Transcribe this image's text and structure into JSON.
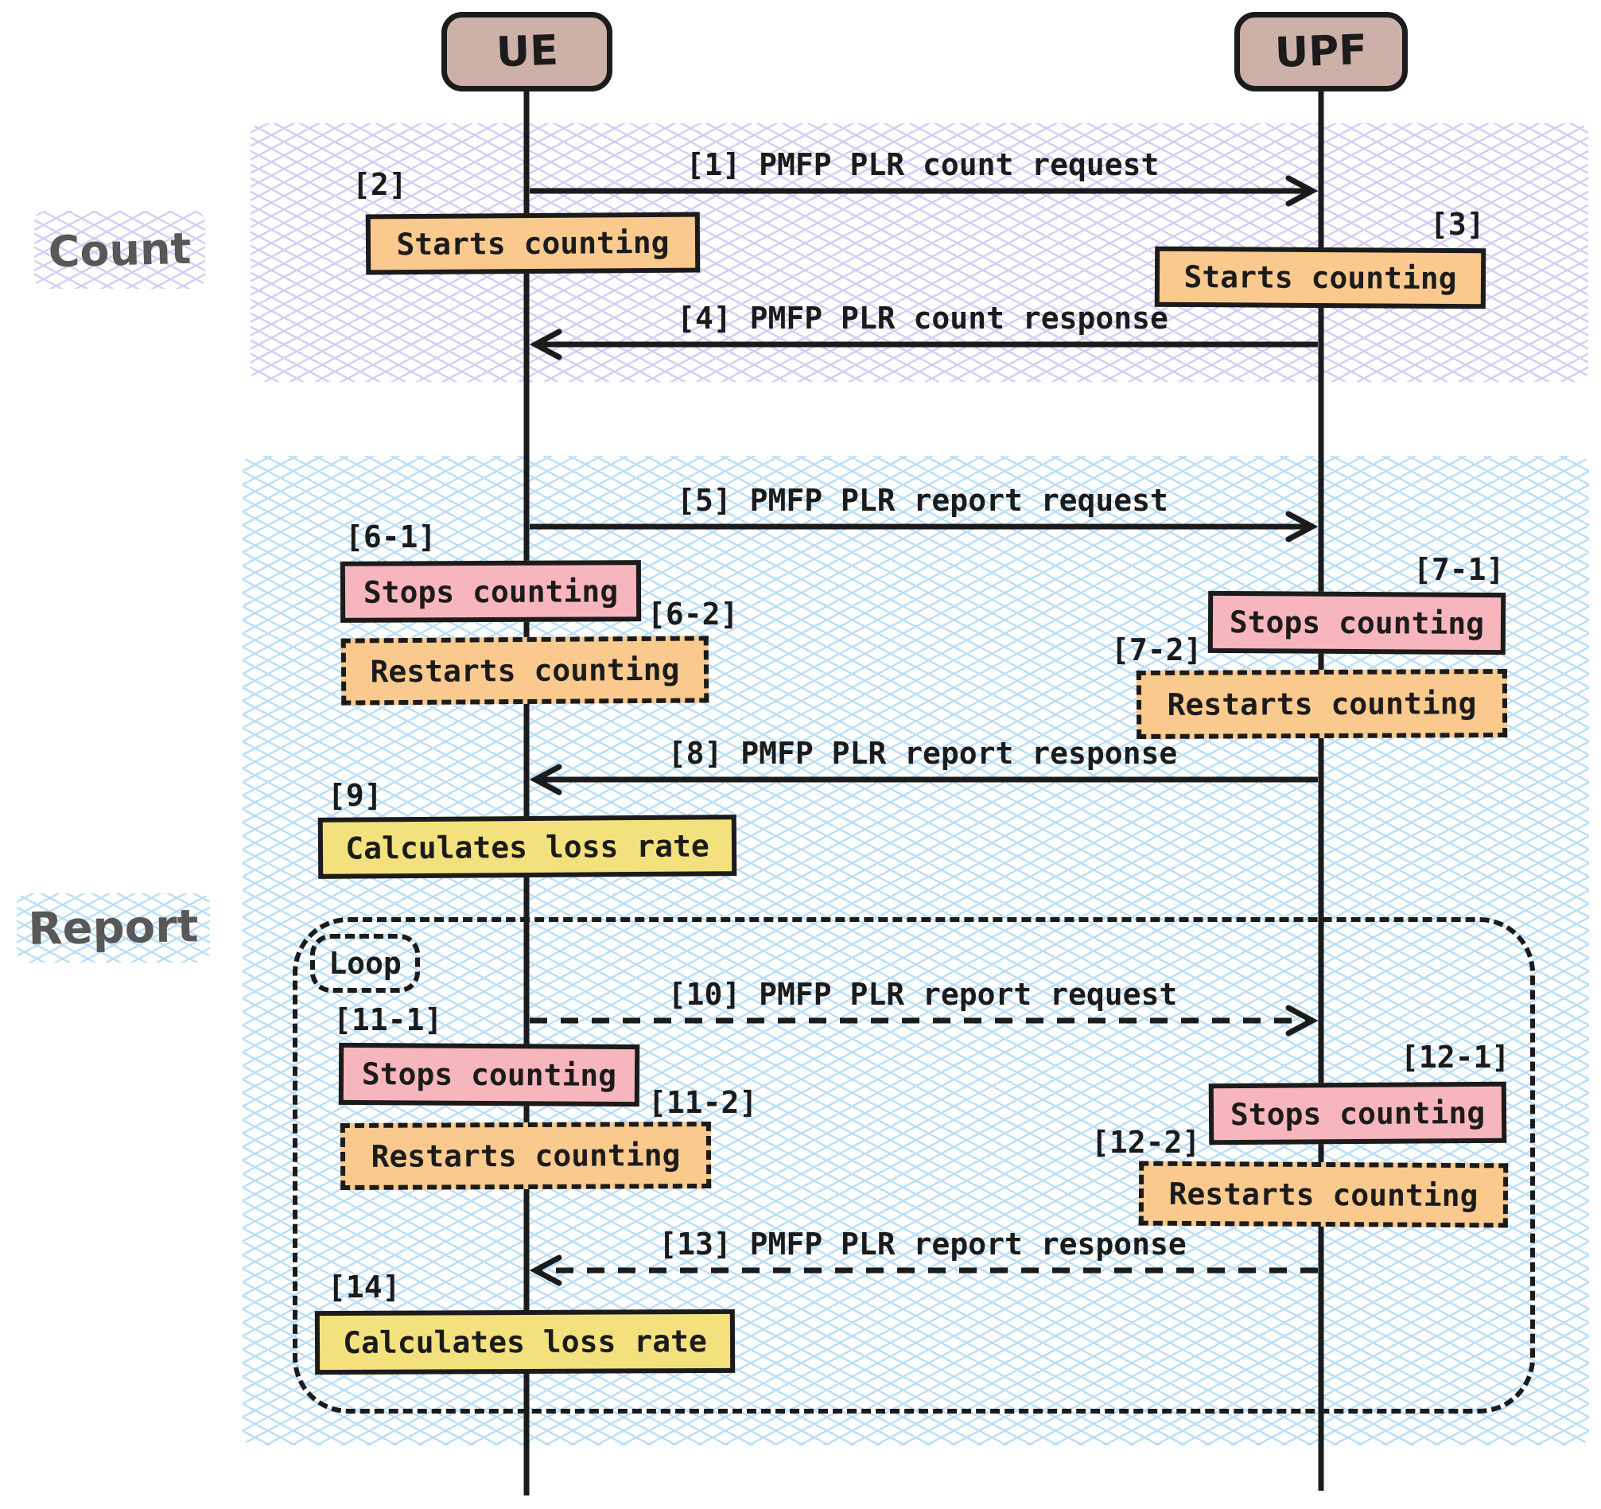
{
  "actors": {
    "ue": "UE",
    "upf": "UPF"
  },
  "section_labels": {
    "count": "Count",
    "report": "Report"
  },
  "messages": {
    "m1": "[1] PMFP PLR count request",
    "m4": "[4] PMFP PLR count response",
    "m5": "[5] PMFP PLR report request",
    "m8": "[8] PMFP PLR report response",
    "m10": "[10] PMFP PLR report request",
    "m13": "[13] PMFP PLR report response"
  },
  "loop": {
    "label": "Loop"
  },
  "steps": {
    "s2": {
      "ref": "[2]",
      "text": "Starts counting"
    },
    "s3": {
      "ref": "[3]",
      "text": "Starts counting"
    },
    "s6_1": {
      "ref": "[6-1]",
      "text": "Stops counting"
    },
    "s6_2": {
      "ref": "[6-2]",
      "text": "Restarts counting"
    },
    "s7_1": {
      "ref": "[7-1]",
      "text": "Stops counting"
    },
    "s7_2": {
      "ref": "[7-2]",
      "text": "Restarts counting"
    },
    "s9": {
      "ref": "[9]",
      "text": "Calculates loss rate"
    },
    "s11_1": {
      "ref": "[11-1]",
      "text": "Stops counting"
    },
    "s11_2": {
      "ref": "[11-2]",
      "text": "Restarts counting"
    },
    "s12_1": {
      "ref": "[12-1]",
      "text": "Stops counting"
    },
    "s12_2": {
      "ref": "[12-2]",
      "text": "Restarts counting"
    },
    "s14": {
      "ref": "[14]",
      "text": "Calculates loss rate"
    }
  },
  "colors": {
    "actor_fill": "#cdb0a7",
    "orange_fill": "#f9c98e",
    "pink_fill": "#f7b6bd",
    "yellow_fill": "#f3e17d",
    "purple_hatch": "#b3a5ee",
    "blue_hatch": "#8ec9f2",
    "ink": "#1b1b1b",
    "section_text": "#585858"
  }
}
